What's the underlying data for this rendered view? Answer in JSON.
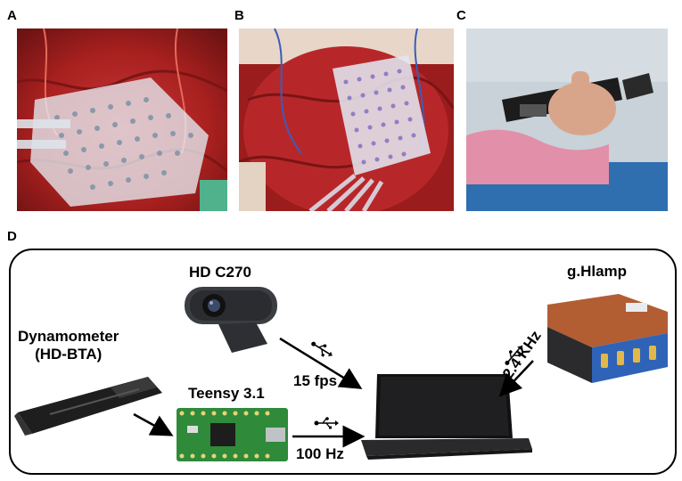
{
  "panels": {
    "a": "A",
    "b": "B",
    "c": "C",
    "d": "D"
  },
  "devices": {
    "webcam": "HD C270",
    "amplifier": "g.Hlamp",
    "dynamometer_line1": "Dynamometer",
    "dynamometer_line2": "(HD-BTA)",
    "microcontroller": "Teensy 3.1"
  },
  "connections": {
    "webcam_rate": "15 fps",
    "teensy_rate": "100 Hz",
    "amplifier_rate": "2.4 KHz"
  },
  "colors": {
    "brain_tissue": "#b8242a",
    "electrode_grid": "#dfe6ee",
    "amplifier_body": "#a9542b",
    "teensy_board": "#2f8a3a",
    "laptop": "#1a1a1a"
  },
  "icons": [
    "usb-icon",
    "usb-icon",
    "usb-icon",
    "arrow-icon"
  ]
}
